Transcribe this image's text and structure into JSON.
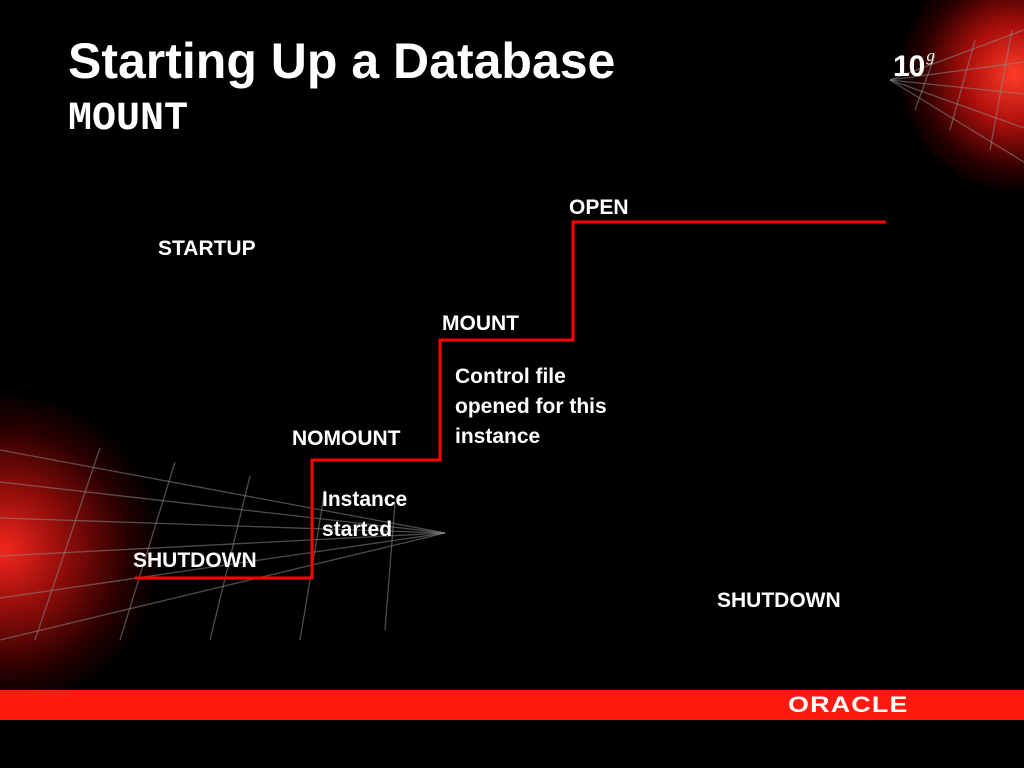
{
  "slide": {
    "title": "Starting Up a Database",
    "subtitle": "MOUNT",
    "version_badge": {
      "number": "10",
      "superscript": "g"
    }
  },
  "diagram": {
    "startup_label": "STARTUP",
    "stages": [
      {
        "id": "shutdown",
        "label": "SHUTDOWN",
        "level": 0
      },
      {
        "id": "nomount",
        "label": "NOMOUNT",
        "level": 1
      },
      {
        "id": "mount",
        "label": "MOUNT",
        "level": 2
      },
      {
        "id": "open",
        "label": "OPEN",
        "level": 3
      }
    ],
    "annotations": {
      "instance": "Instance\nstarted",
      "controlfile": "Control file\nopened for this\ninstance"
    },
    "shutdown_right_label": "SHUTDOWN",
    "line_color": "#ff0000"
  },
  "footer": {
    "brand": "ORACLE",
    "bar_color": "#ff1a10"
  }
}
